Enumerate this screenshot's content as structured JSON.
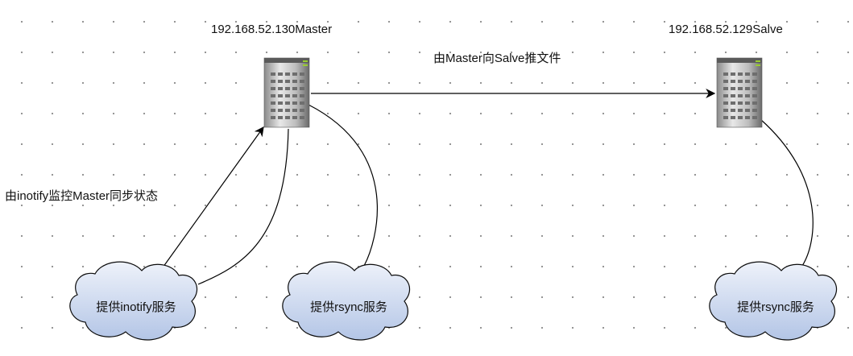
{
  "nodes": {
    "master": {
      "label": "192.168.52.130Master"
    },
    "salve": {
      "label": "192.168.52.129Salve"
    }
  },
  "edges": {
    "push": {
      "label": "由Master向Salve推文件"
    },
    "monitor": {
      "label": "由inotify监控Master同步状态"
    }
  },
  "clouds": {
    "inotify": {
      "label": "提供inotify服务"
    },
    "rsync_master": {
      "label": "提供rsync服务"
    },
    "rsync_salve": {
      "label": "提供rsync服务"
    }
  },
  "colors": {
    "cloud_fill_top": "#eef2fa",
    "cloud_fill_bottom": "#b3c5e6",
    "cloud_stroke": "#0b0b0b",
    "server_light": "#e6e6e6",
    "server_dark": "#6e6e6e",
    "server_led": "#9acd32",
    "line": "#000000"
  }
}
